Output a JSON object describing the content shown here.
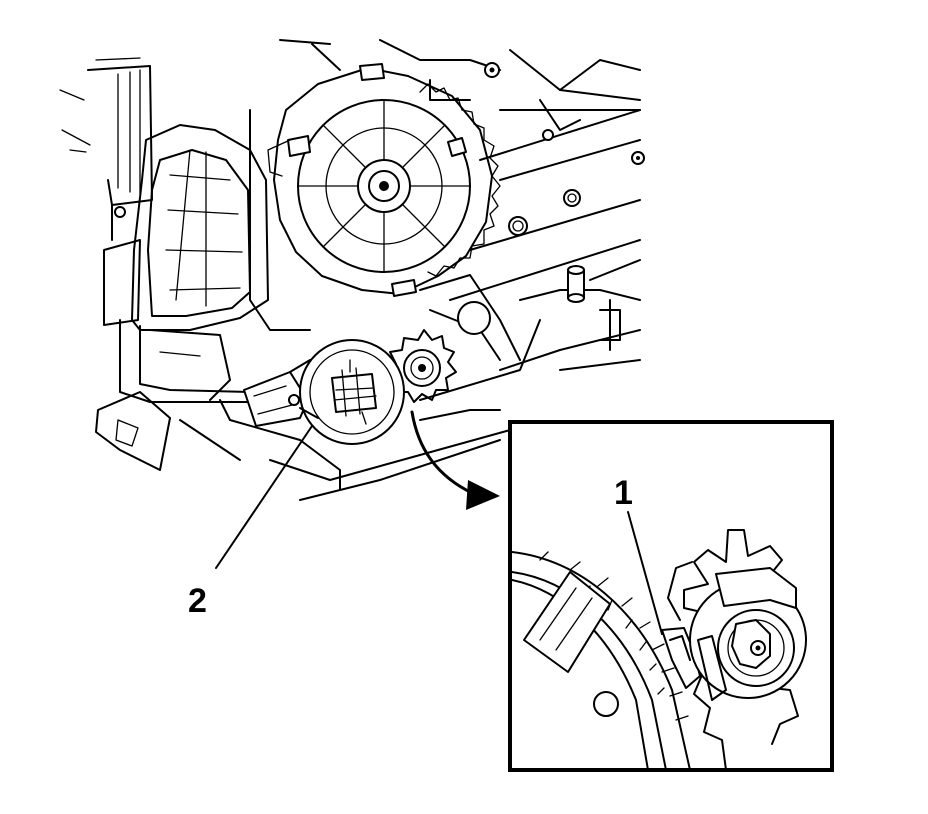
{
  "figure": {
    "callouts": [
      {
        "id": "1",
        "label": "1"
      },
      {
        "id": "2",
        "label": "2"
      }
    ],
    "colors": {
      "line": "#000000",
      "background": "#ffffff"
    }
  }
}
